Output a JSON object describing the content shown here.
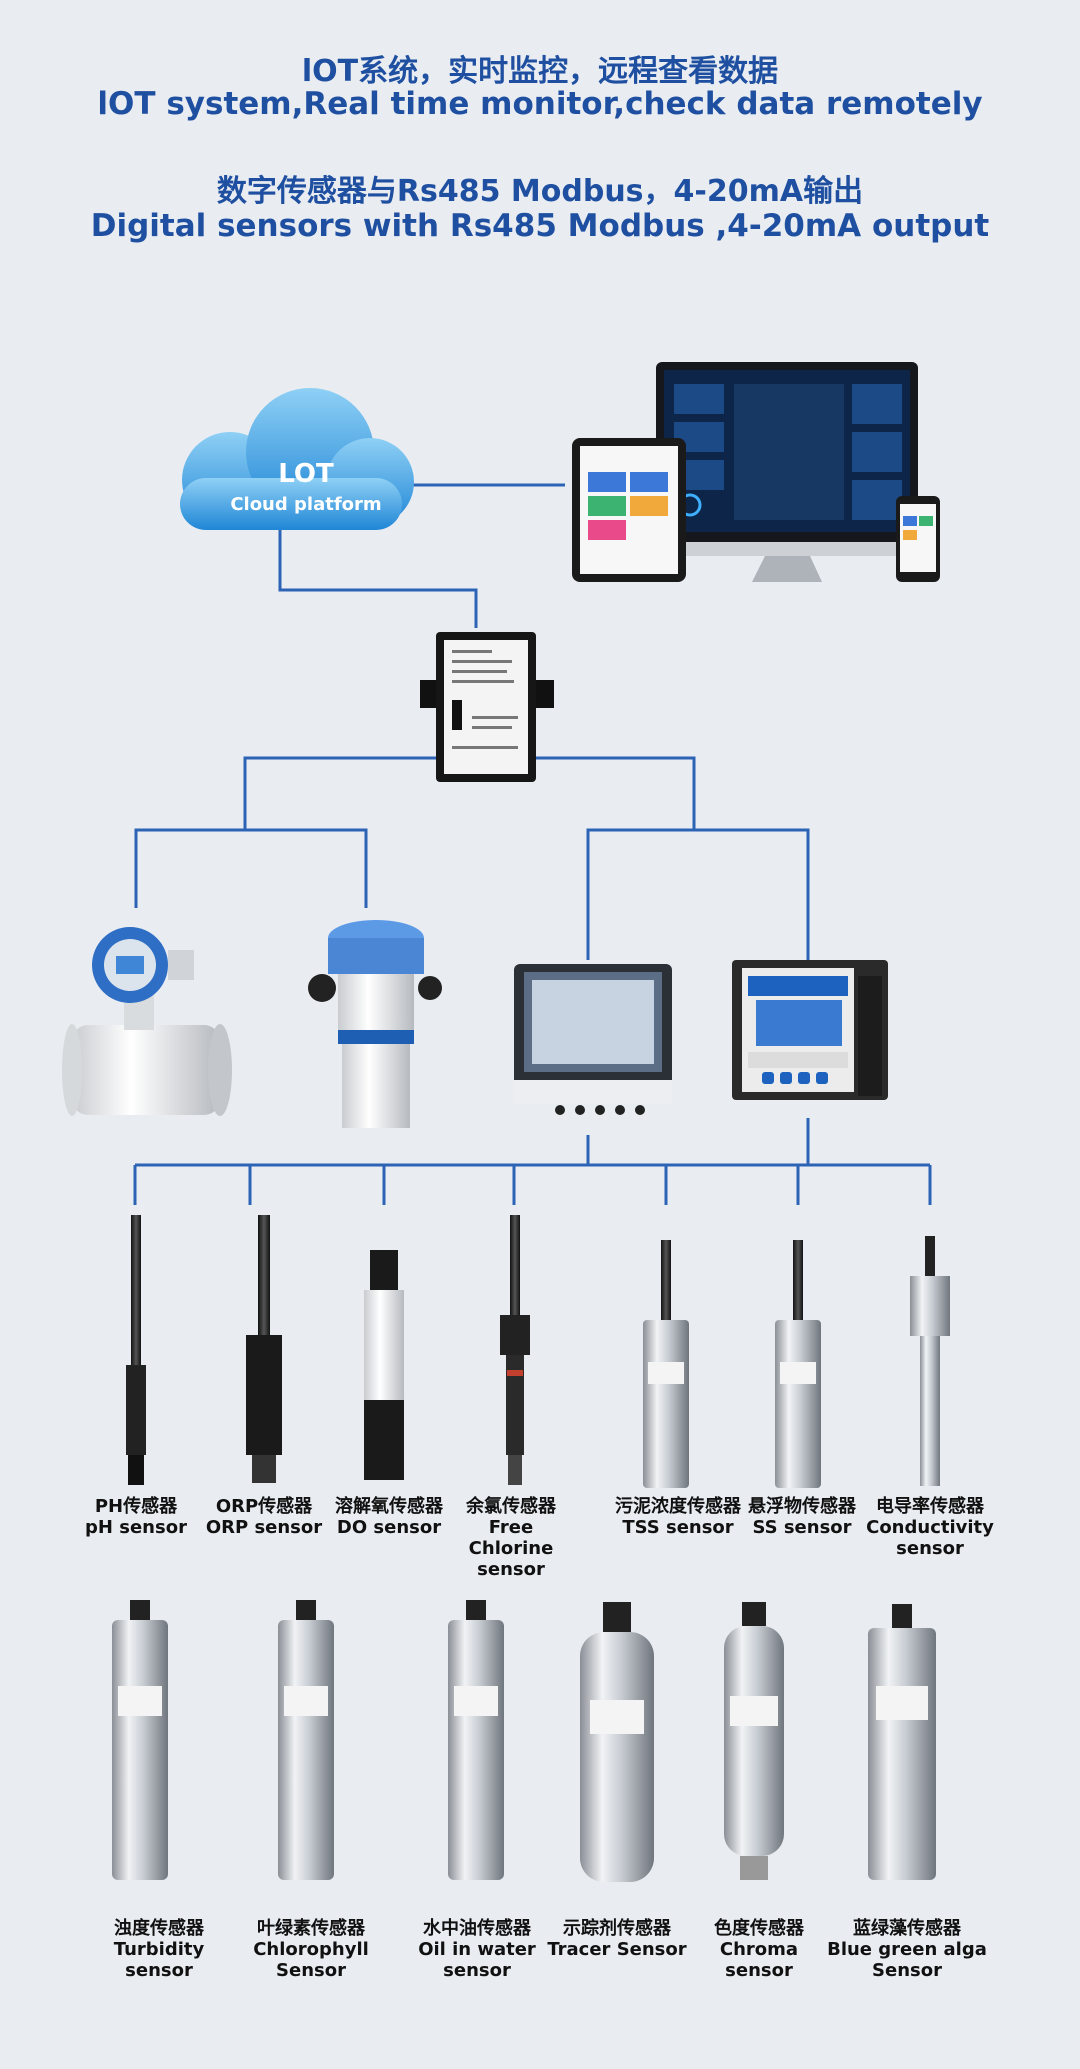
{
  "header": {
    "line1": "lOT系统，实时监控，远程查看数据",
    "line2": "lOT system,Real time monitor,check data remotely",
    "line3": "数字传感器与Rs485 Modbus，4-20mA输出",
    "line4": "Digital sensors with Rs485 Modbus ,4-20mA output"
  },
  "cloud": {
    "title": "LOT",
    "subtitle": "Cloud platform"
  },
  "colors": {
    "heading": "#1f4fa0",
    "connector": "#2d63b5",
    "background": "#e9edf2"
  },
  "sensors_row1": [
    {
      "cn": "PH传感器",
      "en1": "pH sensor",
      "en2": ""
    },
    {
      "cn": "ORP传感器",
      "en1": "ORP sensor",
      "en2": ""
    },
    {
      "cn": "溶解氧传感器",
      "en1": "DO sensor",
      "en2": ""
    },
    {
      "cn": "余氯传感器",
      "en1": "Free Chlorine",
      "en2": "sensor"
    },
    {
      "cn": "污泥浓度传感器",
      "en1": "TSS sensor",
      "en2": ""
    },
    {
      "cn": "悬浮物传感器",
      "en1": "SS sensor",
      "en2": ""
    },
    {
      "cn": "电导率传感器",
      "en1": "Conductivity",
      "en2": "sensor"
    }
  ],
  "sensors_row2": [
    {
      "cn": "浊度传感器",
      "en1": "Turbidity",
      "en2": "sensor"
    },
    {
      "cn": "叶绿素传感器",
      "en1": "Chlorophyll",
      "en2": "Sensor"
    },
    {
      "cn": "水中油传感器",
      "en1": "Oil in water",
      "en2": "sensor"
    },
    {
      "cn": "示踪剂传感器",
      "en1": "Tracer Sensor",
      "en2": ""
    },
    {
      "cn": "色度传感器",
      "en1": "Chroma",
      "en2": "sensor"
    },
    {
      "cn": "蓝绿藻传感器",
      "en1": "Blue green alga",
      "en2": "Sensor"
    }
  ]
}
